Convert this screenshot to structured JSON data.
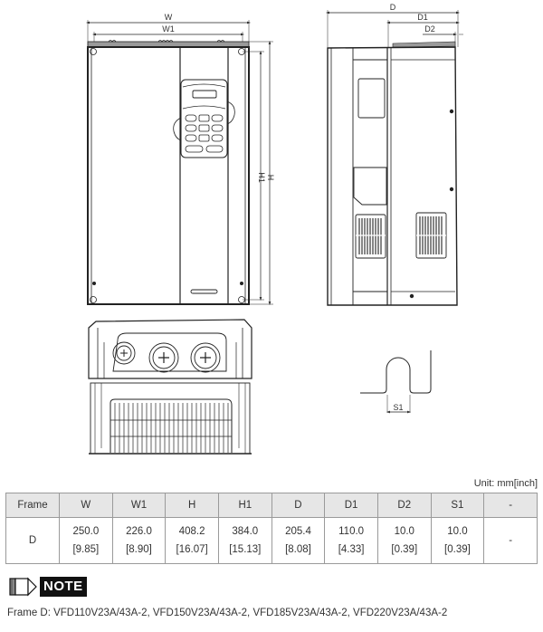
{
  "drawing_labels": {
    "front_width": "W",
    "front_width_inner": "W1",
    "front_height": "H",
    "front_height_inner": "H1",
    "side_depth": "D",
    "side_depth_1": "D1",
    "side_depth_2": "D2",
    "slot_width": "S1"
  },
  "unit_note": "Unit: mm[inch]",
  "table": {
    "headers": [
      "Frame",
      "W",
      "W1",
      "H",
      "H1",
      "D",
      "D1",
      "D2",
      "S1",
      "-"
    ],
    "rows": [
      {
        "frame": "D",
        "values": [
          {
            "mm": "250.0",
            "inch": "[9.85]"
          },
          {
            "mm": "226.0",
            "inch": "[8.90]"
          },
          {
            "mm": "408.2",
            "inch": "[16.07]"
          },
          {
            "mm": "384.0",
            "inch": "[15.13]"
          },
          {
            "mm": "205.4",
            "inch": "[8.08]"
          },
          {
            "mm": "110.0",
            "inch": "[4.33]"
          },
          {
            "mm": "10.0",
            "inch": "[0.39]"
          },
          {
            "mm": "10.0",
            "inch": "[0.39]"
          }
        ],
        "last": "-"
      }
    ]
  },
  "note": {
    "badge_label": "NOTE",
    "icon": "pencil-icon",
    "text": "Frame D: VFD110V23A/43A-2, VFD150V23A/43A-2, VFD185V23A/43A-2, VFD220V23A/43A-2"
  }
}
